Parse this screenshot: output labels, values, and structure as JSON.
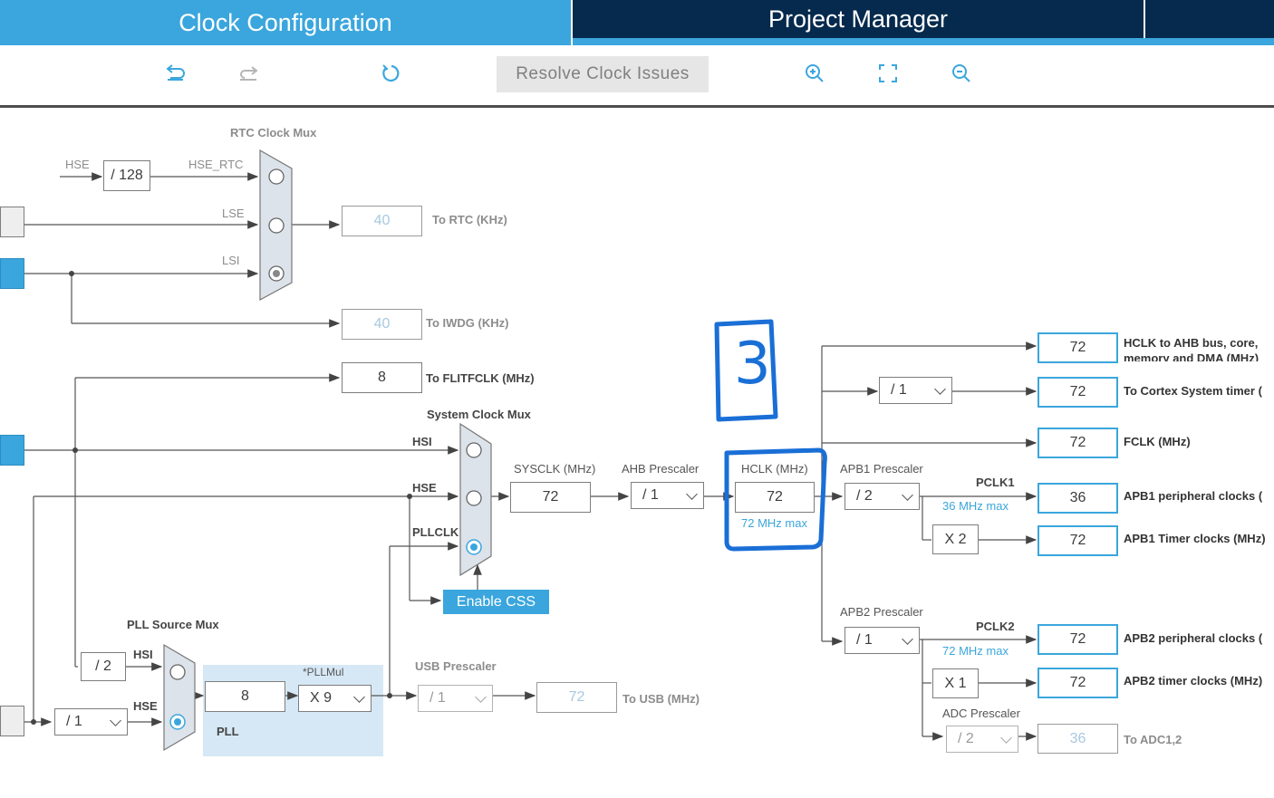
{
  "tabs": {
    "clock_config": "Clock Configuration",
    "project_manager": "Project Manager"
  },
  "toolbar": {
    "undo_icon": "undo-icon",
    "redo_icon": "redo-icon",
    "refresh_icon": "refresh-icon",
    "resolve_label": "Resolve Clock Issues",
    "zoom_in_icon": "zoom-in-icon",
    "fit_icon": "fit-screen-icon",
    "zoom_out_icon": "zoom-out-icon"
  },
  "rtc": {
    "mux_title": "RTC Clock Mux",
    "hse_label": "HSE",
    "div_128": "/ 128",
    "hse_rtc_label": "HSE_RTC",
    "lse_label": "LSE",
    "lsi_label": "LSI",
    "to_rtc_value": "40",
    "to_rtc_label": "To RTC (KHz)",
    "to_iwdg_value": "40",
    "to_iwdg_label": "To IWDG (KHz)"
  },
  "flit": {
    "value": "8",
    "label": "To FLITFCLK (MHz)"
  },
  "sysmux": {
    "title": "System Clock Mux",
    "hsi_label": "HSI",
    "hse_label": "HSE",
    "pllclk_label": "PLLCLK",
    "enable_css": "Enable CSS"
  },
  "sysclk": {
    "label": "SYSCLK (MHz)",
    "value": "72"
  },
  "ahb": {
    "label": "AHB Prescaler",
    "value": "/ 1"
  },
  "hclk": {
    "label": "HCLK (MHz)",
    "value": "72",
    "max": "72 MHz max"
  },
  "annotation": {
    "number": "3"
  },
  "apb1": {
    "label": "APB1 Prescaler",
    "value": "/ 2",
    "pclk1_label": "PCLK1",
    "pclk1_max": "36 MHz max",
    "timer_mult": "X 2"
  },
  "apb2": {
    "label": "APB2 Prescaler",
    "value": "/ 1",
    "pclk2_label": "PCLK2",
    "pclk2_max": "72 MHz max",
    "timer_mult": "X 1"
  },
  "adc": {
    "label": "ADC Prescaler",
    "value": "/ 2",
    "out_value": "36",
    "out_label": "To ADC1,2"
  },
  "cortex_div": "/ 1",
  "outputs": [
    {
      "value": "72",
      "label": "HCLK to AHB bus, core,",
      "label2": "memory and DMA (MHz)"
    },
    {
      "value": "72",
      "label": "To Cortex System timer ("
    },
    {
      "value": "72",
      "label": "FCLK (MHz)"
    },
    {
      "value": "36",
      "label": "APB1 peripheral clocks ("
    },
    {
      "value": "72",
      "label": "APB1 Timer clocks (MHz)"
    },
    {
      "value": "72",
      "label": "APB2 peripheral clocks ("
    },
    {
      "value": "72",
      "label": "APB2 timer clocks (MHz)"
    }
  ],
  "pll": {
    "source_mux_title": "PLL Source Mux",
    "hsi_div": "/ 2",
    "hsi_label": "HSI",
    "hse_label": "HSE",
    "hse_div": "/ 1",
    "pll_value": "8",
    "pllmul_label": "*PLLMul",
    "pllmul_value": "X 9",
    "pll_label": "PLL"
  },
  "usb": {
    "label": "USB Prescaler",
    "value": "/ 1",
    "out_value": "72",
    "out_label": "To USB (MHz)"
  },
  "colors": {
    "accent": "#3ba6dd",
    "header_dark": "#062a4d",
    "annotation": "#1a6fd6"
  }
}
